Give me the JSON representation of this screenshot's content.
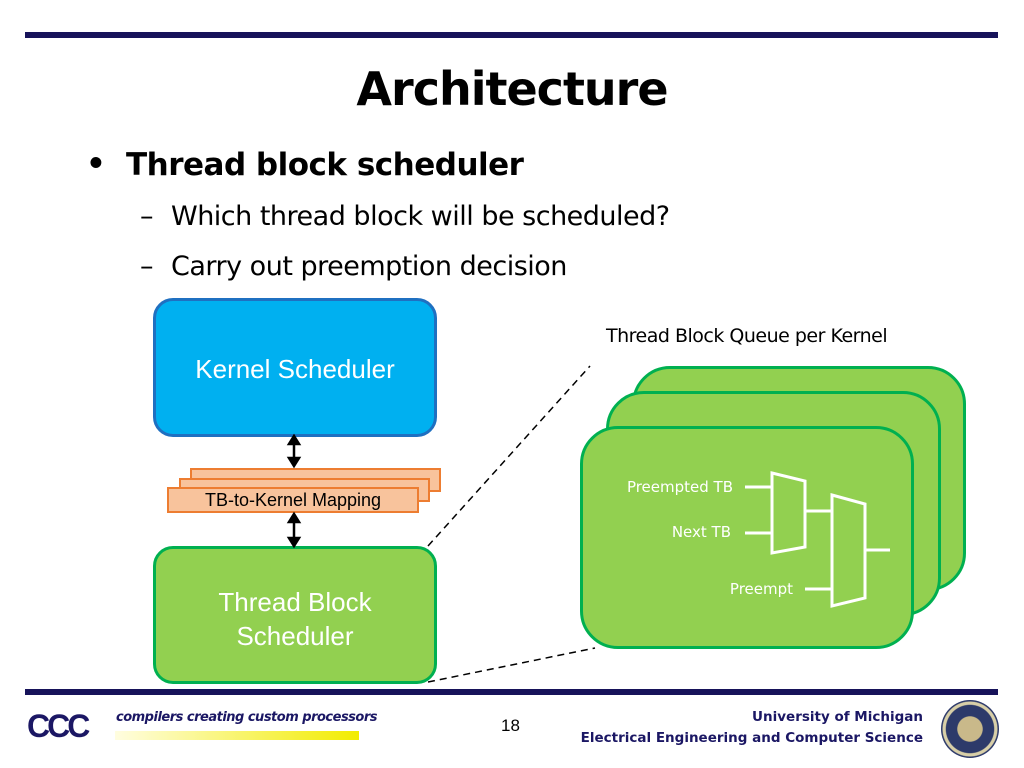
{
  "slide": {
    "title": "Architecture",
    "bullets": [
      {
        "text": "Thread block scheduler",
        "sub": [
          "Which thread block will be scheduled?",
          "Carry out preemption decision"
        ]
      }
    ]
  },
  "diagram": {
    "kernel_scheduler": "Kernel Scheduler",
    "mapping": "TB-to-Kernel Mapping",
    "tb_scheduler_line1": "Thread Block",
    "tb_scheduler_line2": "Scheduler",
    "queue_label": "Thread Block Queue per Kernel",
    "inputs": {
      "preempted_tb": "Preempted TB",
      "next_tb": "Next TB",
      "preempt": "Preempt"
    }
  },
  "footer": {
    "logo_text": "CCC",
    "tagline": "compilers creating custom processors",
    "page_number": "18",
    "university": "University of Michigan",
    "department": "Electrical Engineering and Computer Science"
  },
  "colors": {
    "navy": "#17135a",
    "blue": "#00b0f0",
    "green": "#92d050",
    "green_border": "#00b050",
    "orange": "#f8c39c"
  }
}
